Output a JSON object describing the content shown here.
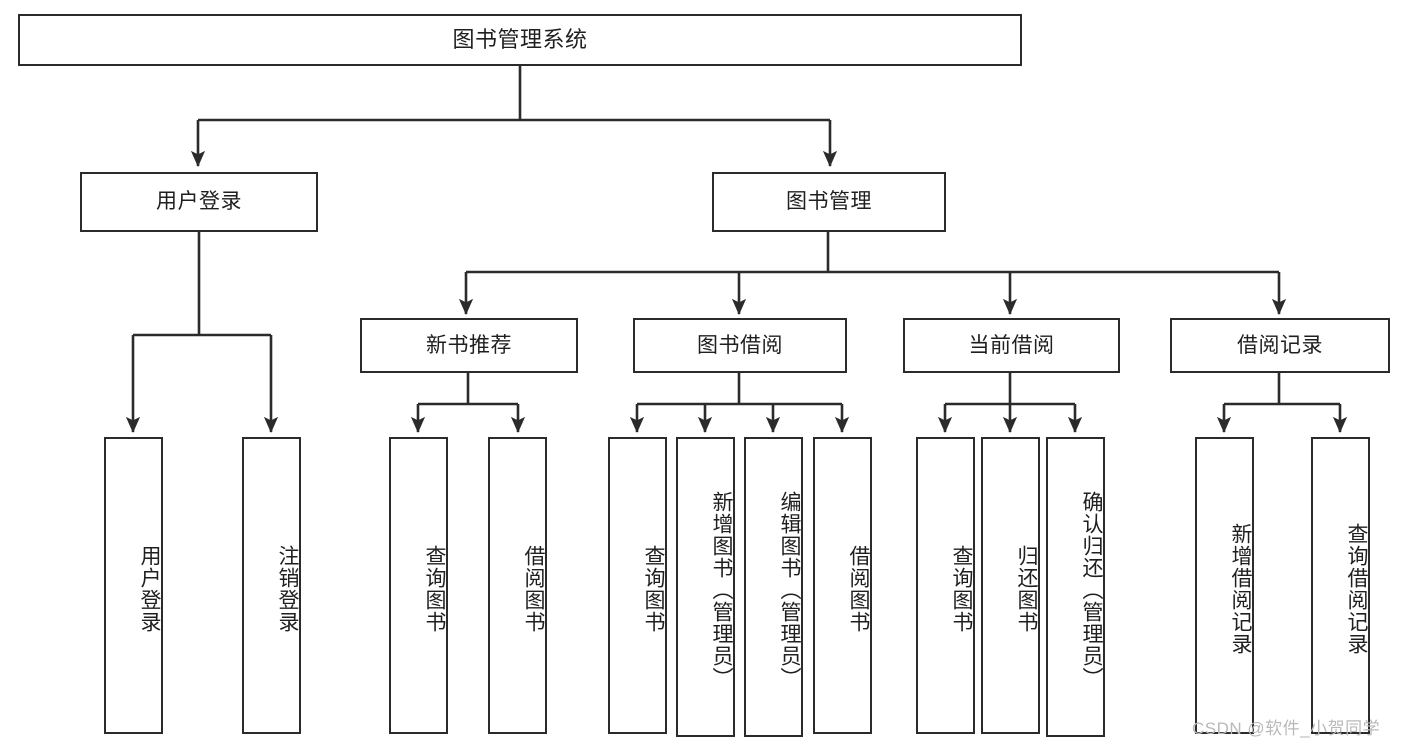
{
  "diagram": {
    "title": "图书管理系统",
    "type": "tree",
    "orientation": "top-down",
    "line_color": "#2b2b2b",
    "box_fill": "#ffffff",
    "text_color": "#1f1f1f"
  },
  "root": {
    "label": "图书管理系统"
  },
  "level2": [
    {
      "label": "用户登录"
    },
    {
      "label": "图书管理"
    }
  ],
  "level3": [
    {
      "label": "新书推荐"
    },
    {
      "label": "图书借阅"
    },
    {
      "label": "当前借阅"
    },
    {
      "label": "借阅记录"
    }
  ],
  "leaves": {
    "user_login": [
      {
        "label": "用户登录"
      },
      {
        "label": "注销登录"
      }
    ],
    "new_book_recommend": [
      {
        "label": "查询图书"
      },
      {
        "label": "借阅图书"
      }
    ],
    "book_borrow": [
      {
        "label": "查询图书"
      },
      {
        "label": "新增图书（管理员）"
      },
      {
        "label": "编辑图书（管理员）"
      },
      {
        "label": "借阅图书"
      }
    ],
    "current_borrow": [
      {
        "label": "查询图书"
      },
      {
        "label": "归还图书"
      },
      {
        "label": "确认归还（管理员）"
      }
    ],
    "borrow_record": [
      {
        "label": "新增借阅记录"
      },
      {
        "label": "查询借阅记录"
      }
    ]
  },
  "watermark": {
    "text": "CSDN @软件_小贺同学"
  }
}
